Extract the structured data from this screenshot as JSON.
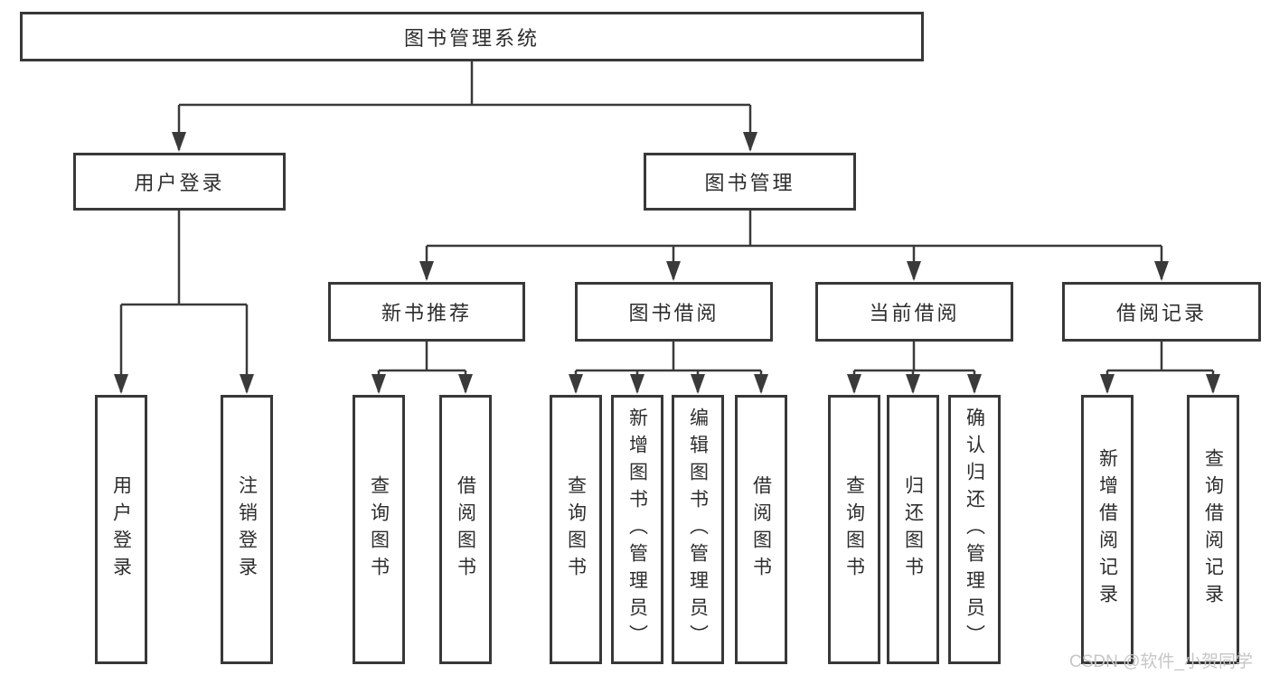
{
  "colors": {
    "line-color": "#3a3a3a",
    "border-color": "#383838",
    "text-color": "#2d2d2d",
    "watermark-color": "#c6c6c6",
    "bg-color": "#ffffff"
  },
  "watermark": {
    "text": "CSDN @软件_小贺同学"
  },
  "tree": {
    "root": {
      "label": "图书管理系统"
    },
    "branches": [
      {
        "label": "用户登录",
        "children": [
          {
            "label": "用户登录"
          },
          {
            "label": "注销登录"
          }
        ]
      },
      {
        "label": "图书管理",
        "children": [
          {
            "label": "新书推荐",
            "children": [
              {
                "label": "查询图书"
              },
              {
                "label": "借阅图书"
              }
            ]
          },
          {
            "label": "图书借阅",
            "children": [
              {
                "label": "查询图书"
              },
              {
                "label": "新增图书（管理员）"
              },
              {
                "label": "编辑图书（管理员）"
              },
              {
                "label": "借阅图书"
              }
            ]
          },
          {
            "label": "当前借阅",
            "children": [
              {
                "label": "查询图书"
              },
              {
                "label": "归还图书"
              },
              {
                "label": "确认归还（管理员）"
              }
            ]
          },
          {
            "label": "借阅记录",
            "children": [
              {
                "label": "新增借阅记录"
              },
              {
                "label": "查询借阅记录"
              }
            ]
          }
        ]
      }
    ]
  }
}
